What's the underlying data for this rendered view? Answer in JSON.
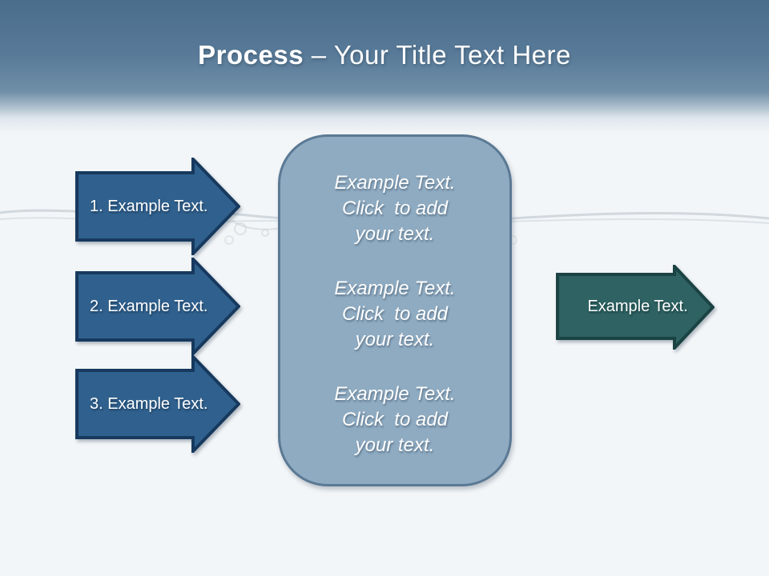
{
  "title": {
    "bold": "Process",
    "rest": " – Your Title Text Here"
  },
  "steps": [
    {
      "label": "1. Example Text."
    },
    {
      "label": "2. Example Text."
    },
    {
      "label": "3. Example Text."
    }
  ],
  "panel": {
    "blocks": [
      {
        "lines": [
          "Example Text.",
          "Click  to add",
          "your text."
        ]
      },
      {
        "lines": [
          "Example Text.",
          "Click  to add",
          "your text."
        ]
      },
      {
        "lines": [
          "Example Text.",
          "Click  to add",
          "your text."
        ]
      }
    ]
  },
  "result_arrow": {
    "label": "Example Text."
  },
  "colors": {
    "header_gradient_top": "#4a6d8c",
    "header_gradient_bottom": "#6f8ea7",
    "background": "#f3f6f8",
    "step_arrow_fill": "#30618e",
    "step_arrow_border": "#17395e",
    "panel_fill": "#8fabc1",
    "panel_border": "#5b7994",
    "result_arrow_fill": "#2e6263",
    "result_arrow_border": "#1b4344",
    "text": "#ffffff",
    "waterline": "#c5ced5"
  }
}
